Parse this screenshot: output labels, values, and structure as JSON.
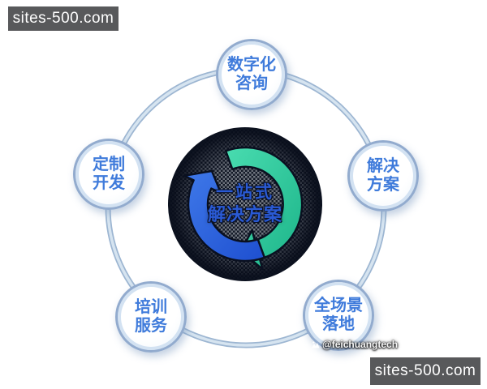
{
  "watermarks": {
    "top_left": "sites-500.com",
    "bottom_right": "sites-500.com",
    "credit": "@feichuangtech"
  },
  "diagram": {
    "center": {
      "line1": "一站式",
      "line2": "解决方案"
    },
    "nodes": [
      {
        "id": "digital-consulting",
        "line1": "数字化",
        "line2": "咨询"
      },
      {
        "id": "solutions",
        "line1": "解决",
        "line2": "方案"
      },
      {
        "id": "full-scenario-landing",
        "line1": "全场景",
        "line2": "落地"
      },
      {
        "id": "training-services",
        "line1": "培训",
        "line2": "服务"
      },
      {
        "id": "custom-development",
        "line1": "定制",
        "line2": "开发"
      }
    ],
    "colors": {
      "node_text": "#3f7bdb",
      "center_text": "#2a5ad4",
      "arrow_green": "#2ecb9e",
      "arrow_blue": "#2b62dc",
      "ring": "#b7cde1",
      "disc": "#0b1120",
      "badge_bg": "#58595b"
    }
  }
}
